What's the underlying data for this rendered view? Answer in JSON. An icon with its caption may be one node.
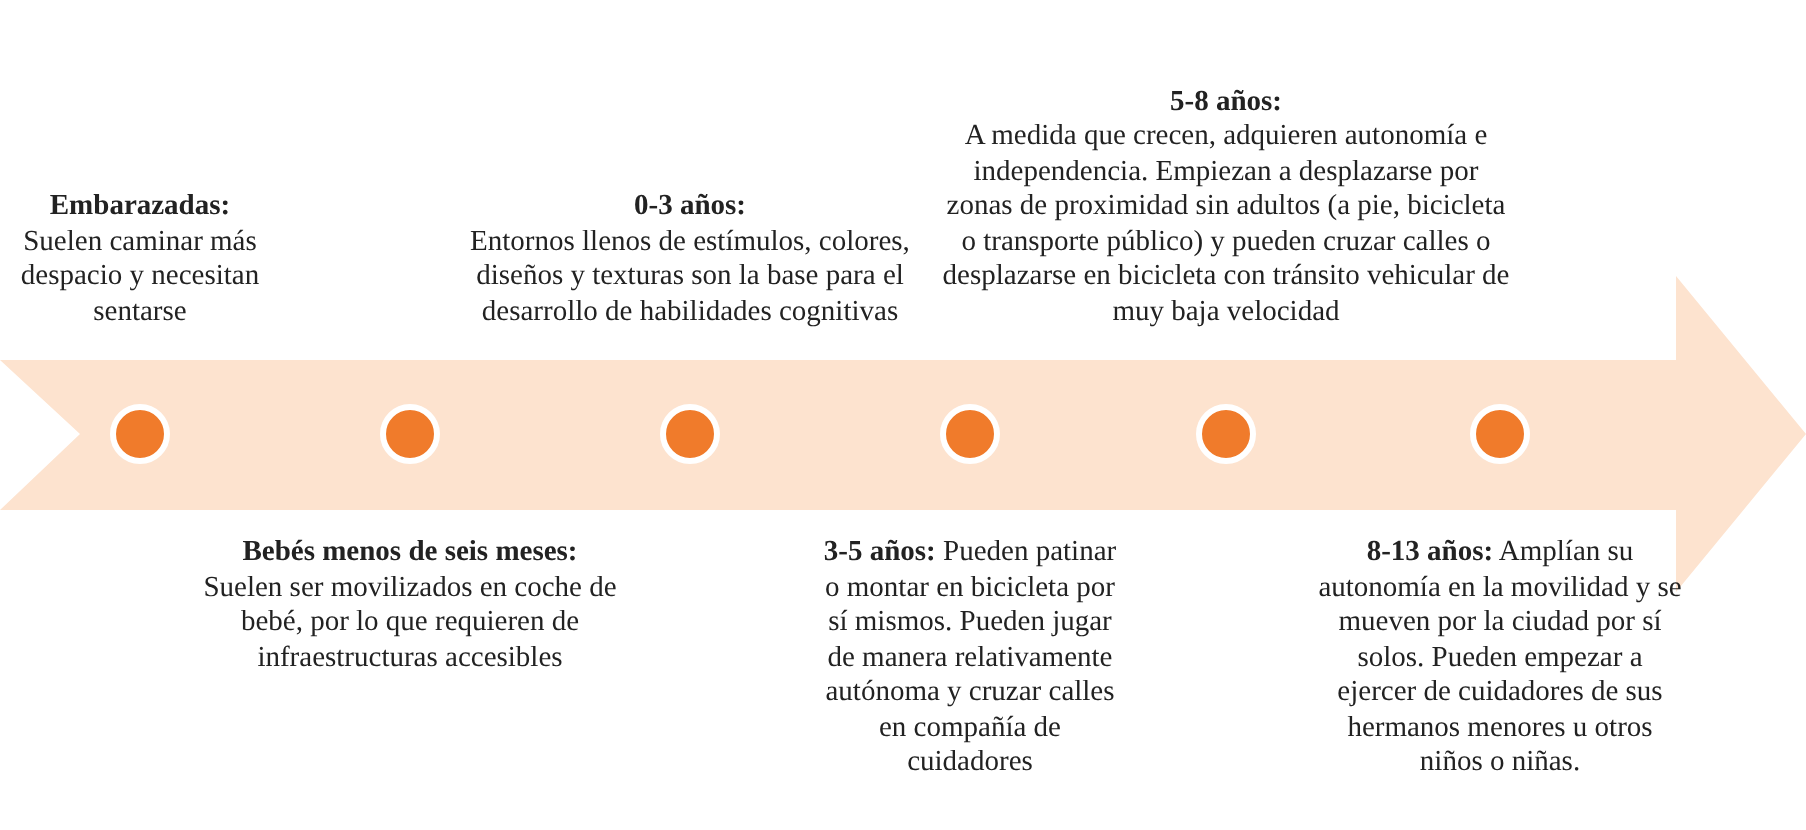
{
  "diagram": {
    "nodes": [
      {
        "text": [],
        "shape": "circle",
        "beside": [
          "Embarazadas:",
          "Suelen caminar más despacio y necesitan sentarse"
        ]
      },
      {
        "text": [],
        "shape": "circle",
        "beside": [
          "Bebés menos de seis meses:",
          "Suelen ser movilizados en coche de bebé, por lo que requieren de infraestructuras accesibles"
        ]
      },
      {
        "text": [],
        "shape": "circle",
        "beside": [
          "0-3 años:",
          "Entornos llenos de estímulos, colores, diseños y texturas son la base para el desarrollo de habilidades cognitivas"
        ]
      },
      {
        "text": [],
        "shape": "circle",
        "beside": [
          "**3-5 años:** Pueden patinar o montar en bicicleta por sí mismos. Pueden jugar de manera relativamente autónoma y cruzar calles en compañía de cuidadores"
        ]
      },
      {
        "text": [],
        "shape": "circle",
        "beside": [
          "5-8 años:",
          "A medida que crecen, adquieren autonomía e independencia. Empiezan a desplazarse por zonas de proximidad sin adultos (a pie, bicicleta o transporte público) y pueden cruzar calles o desplazarse en bicicleta con tránsito vehicular de muy baja velocidad"
        ]
      },
      {
        "text": [],
        "shape": "circle",
        "beside": [
          "**8-13 años:** Amplían su autonomía en la movilidad y se mueven por la ciudad por sí solos. Pueden empezar a ejercer de cuidadores de sus hermanos menores u otros niños o niñas."
        ]
      }
    ]
  }
}
